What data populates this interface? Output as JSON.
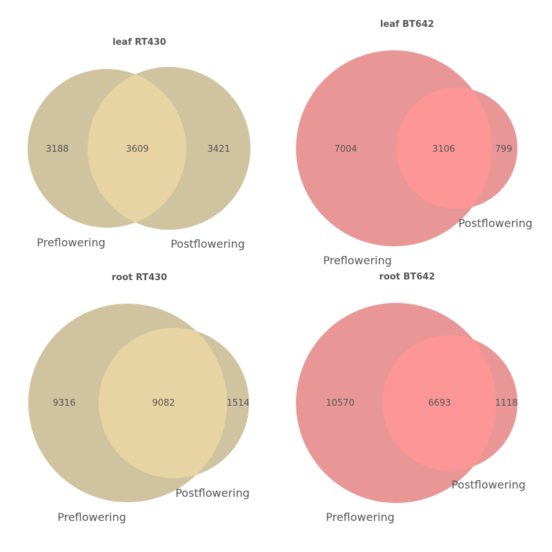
{
  "colors": {
    "rt430_circle": "#cfc3a0",
    "rt430_overlap": "#e8d3a3",
    "bt642_circle": "#e89696",
    "bt642_overlap": "#fc9696",
    "text": "#555555"
  },
  "chart_data": [
    {
      "type": "venn",
      "title": "leaf RT430",
      "sets": [
        "Preflowering",
        "Postflowering"
      ],
      "values": {
        "only_a": 3188,
        "both": 3609,
        "only_b": 3421
      }
    },
    {
      "type": "venn",
      "title": "leaf BT642",
      "sets": [
        "Preflowering",
        "Postflowering"
      ],
      "values": {
        "only_a": 7004,
        "both": 3106,
        "only_b": 799
      }
    },
    {
      "type": "venn",
      "title": "root RT430",
      "sets": [
        "Preflowering",
        "Postflowering"
      ],
      "values": {
        "only_a": 9316,
        "both": 9082,
        "only_b": 1514
      }
    },
    {
      "type": "venn",
      "title": "root BT642",
      "sets": [
        "Preflowering",
        "Postflowering"
      ],
      "values": {
        "only_a": 10570,
        "both": 6693,
        "only_b": 1118
      }
    }
  ]
}
